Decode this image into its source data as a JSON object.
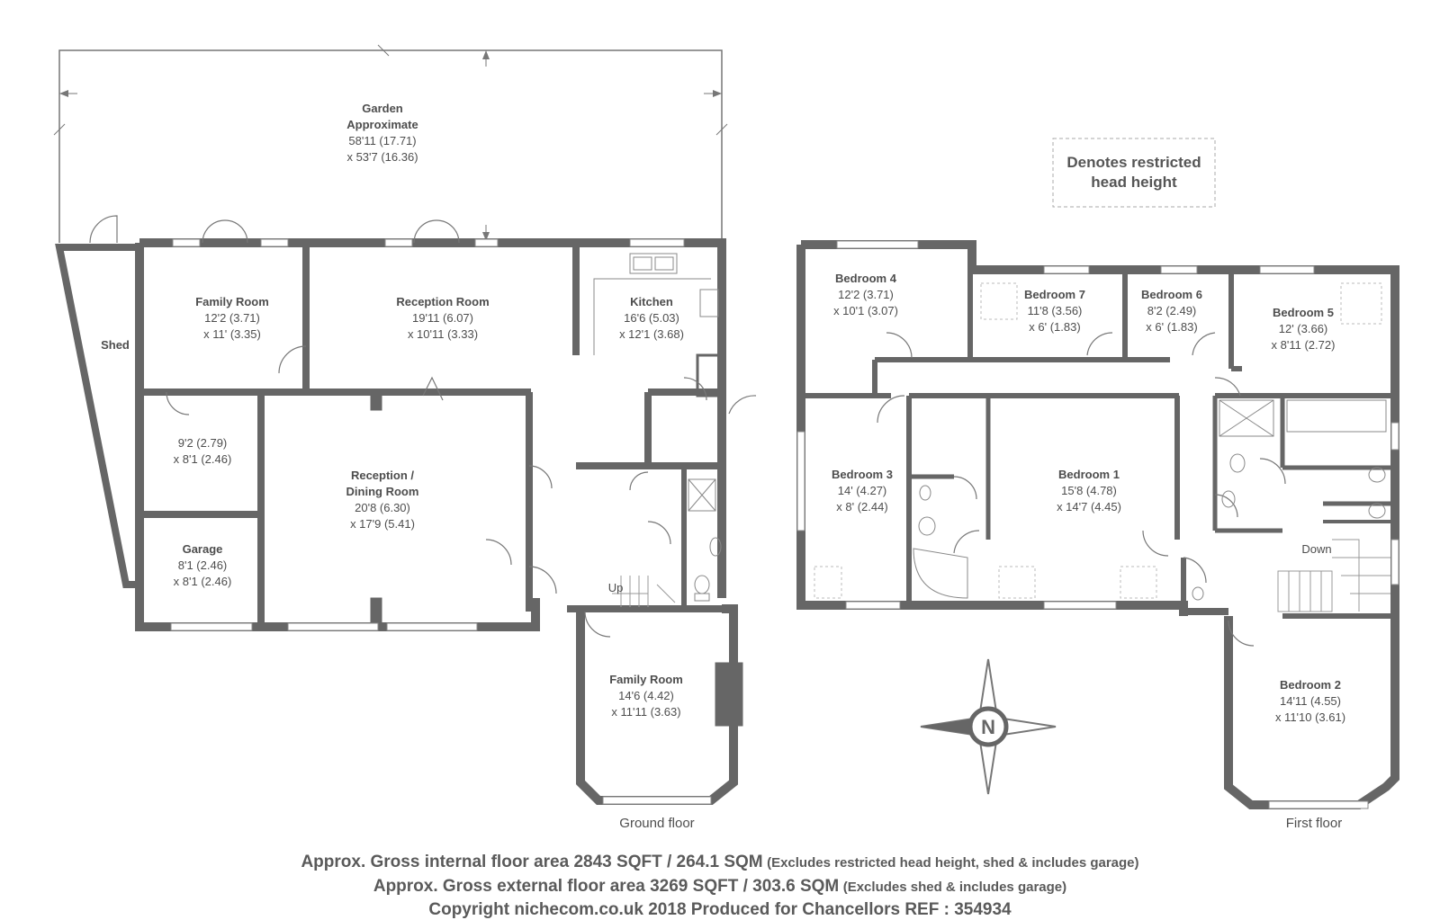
{
  "garden": {
    "name": "Garden",
    "sub": "Approximate",
    "dim1": "58'11 (17.71)",
    "dim2": "x 53'7 (16.36)"
  },
  "legend": {
    "line1": "Denotes restricted",
    "line2": "head height"
  },
  "ground_floor": {
    "label": "Ground floor",
    "rooms": {
      "shed": {
        "name": "Shed"
      },
      "family_room_1": {
        "name": "Family Room",
        "dim1": "12'2 (3.71)",
        "dim2": "x 11' (3.35)"
      },
      "reception_room": {
        "name": "Reception Room",
        "dim1": "19'11 (6.07)",
        "dim2": "x 10'11 (3.33)"
      },
      "kitchen": {
        "name": "Kitchen",
        "dim1": "16'6 (5.03)",
        "dim2": "x 12'1 (3.68)"
      },
      "utility": {
        "dim1": "9'2 (2.79)",
        "dim2": "x 8'1 (2.46)"
      },
      "reception_dining": {
        "name1": "Reception /",
        "name2": "Dining Room",
        "dim1": "20'8 (6.30)",
        "dim2": "x 17'9 (5.41)"
      },
      "garage": {
        "name": "Garage",
        "dim1": "8'1 (2.46)",
        "dim2": "x 8'1 (2.46)"
      },
      "family_room_2": {
        "name": "Family Room",
        "dim1": "14'6 (4.42)",
        "dim2": "x 11'11 (3.63)"
      },
      "stairs": {
        "name": "Up"
      }
    }
  },
  "first_floor": {
    "label": "First floor",
    "rooms": {
      "bedroom4": {
        "name": "Bedroom 4",
        "dim1": "12'2 (3.71)",
        "dim2": "x 10'1 (3.07)"
      },
      "bedroom7": {
        "name": "Bedroom 7",
        "dim1": "11'8 (3.56)",
        "dim2": "x 6' (1.83)"
      },
      "bedroom6": {
        "name": "Bedroom 6",
        "dim1": "8'2 (2.49)",
        "dim2": "x 6' (1.83)"
      },
      "bedroom5": {
        "name": "Bedroom 5",
        "dim1": "12' (3.66)",
        "dim2": "x 8'11 (2.72)"
      },
      "bedroom3": {
        "name": "Bedroom 3",
        "dim1": "14' (4.27)",
        "dim2": "x 8' (2.44)"
      },
      "bedroom1": {
        "name": "Bedroom 1",
        "dim1": "15'8 (4.78)",
        "dim2": "x 14'7 (4.45)"
      },
      "bedroom2": {
        "name": "Bedroom 2",
        "dim1": "14'11 (4.55)",
        "dim2": "x 11'10 (3.61)"
      },
      "stairs": {
        "name": "Down"
      }
    }
  },
  "compass": {
    "letter": "N"
  },
  "footer": {
    "line1_main": "Approx. Gross internal floor area 2843 SQFT / 264.1 SQM",
    "line1_note": "(Excludes restricted head height, shed & includes garage)",
    "line2_main": "Approx. Gross external floor area 3269 SQFT / 303.6 SQM",
    "line2_note": "(Excludes shed & includes garage)",
    "line3": "Copyright nichecom.co.uk 2018 Produced for Chancellors  REF : 354934"
  },
  "colors": {
    "wall": "#666666",
    "line": "#888888",
    "text": "#4d4d4d"
  }
}
